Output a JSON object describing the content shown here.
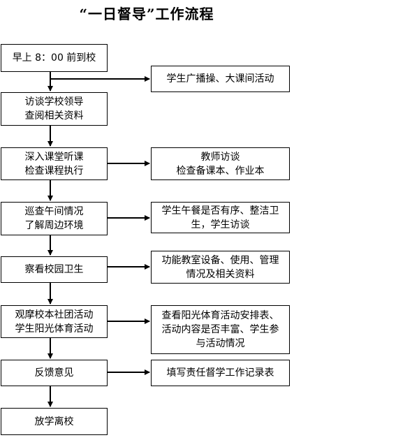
{
  "title": "“一日督导”工作流程",
  "main_steps": [
    {
      "label": "早上 8：00 前到校"
    },
    {
      "label": "访谈学校领导\n查阅相关资料"
    },
    {
      "label": "深入课堂听课\n检查课程执行"
    },
    {
      "label": "巡查午间情况\n了解周边环境"
    },
    {
      "label": "察看校园卫生"
    },
    {
      "label": "观摩校本社团活动\n学生阳光体育活动"
    },
    {
      "label": "反馈意见"
    },
    {
      "label": "放学离校"
    }
  ],
  "side_steps": [
    {
      "label": "学生广播操、大课间活动"
    },
    {
      "label": "教师访谈\n检查备课本、作业本"
    },
    {
      "label": "学生午餐是否有序、整洁卫\n生，学生访谈"
    },
    {
      "label": "功能教室设备、使用、管理\n情况及相关资料"
    },
    {
      "label": "查看阳光体育活动安排表、\n活动内容是否丰富、学生参\n与活动情况"
    },
    {
      "label": "填写责任督学工作记录表"
    }
  ]
}
